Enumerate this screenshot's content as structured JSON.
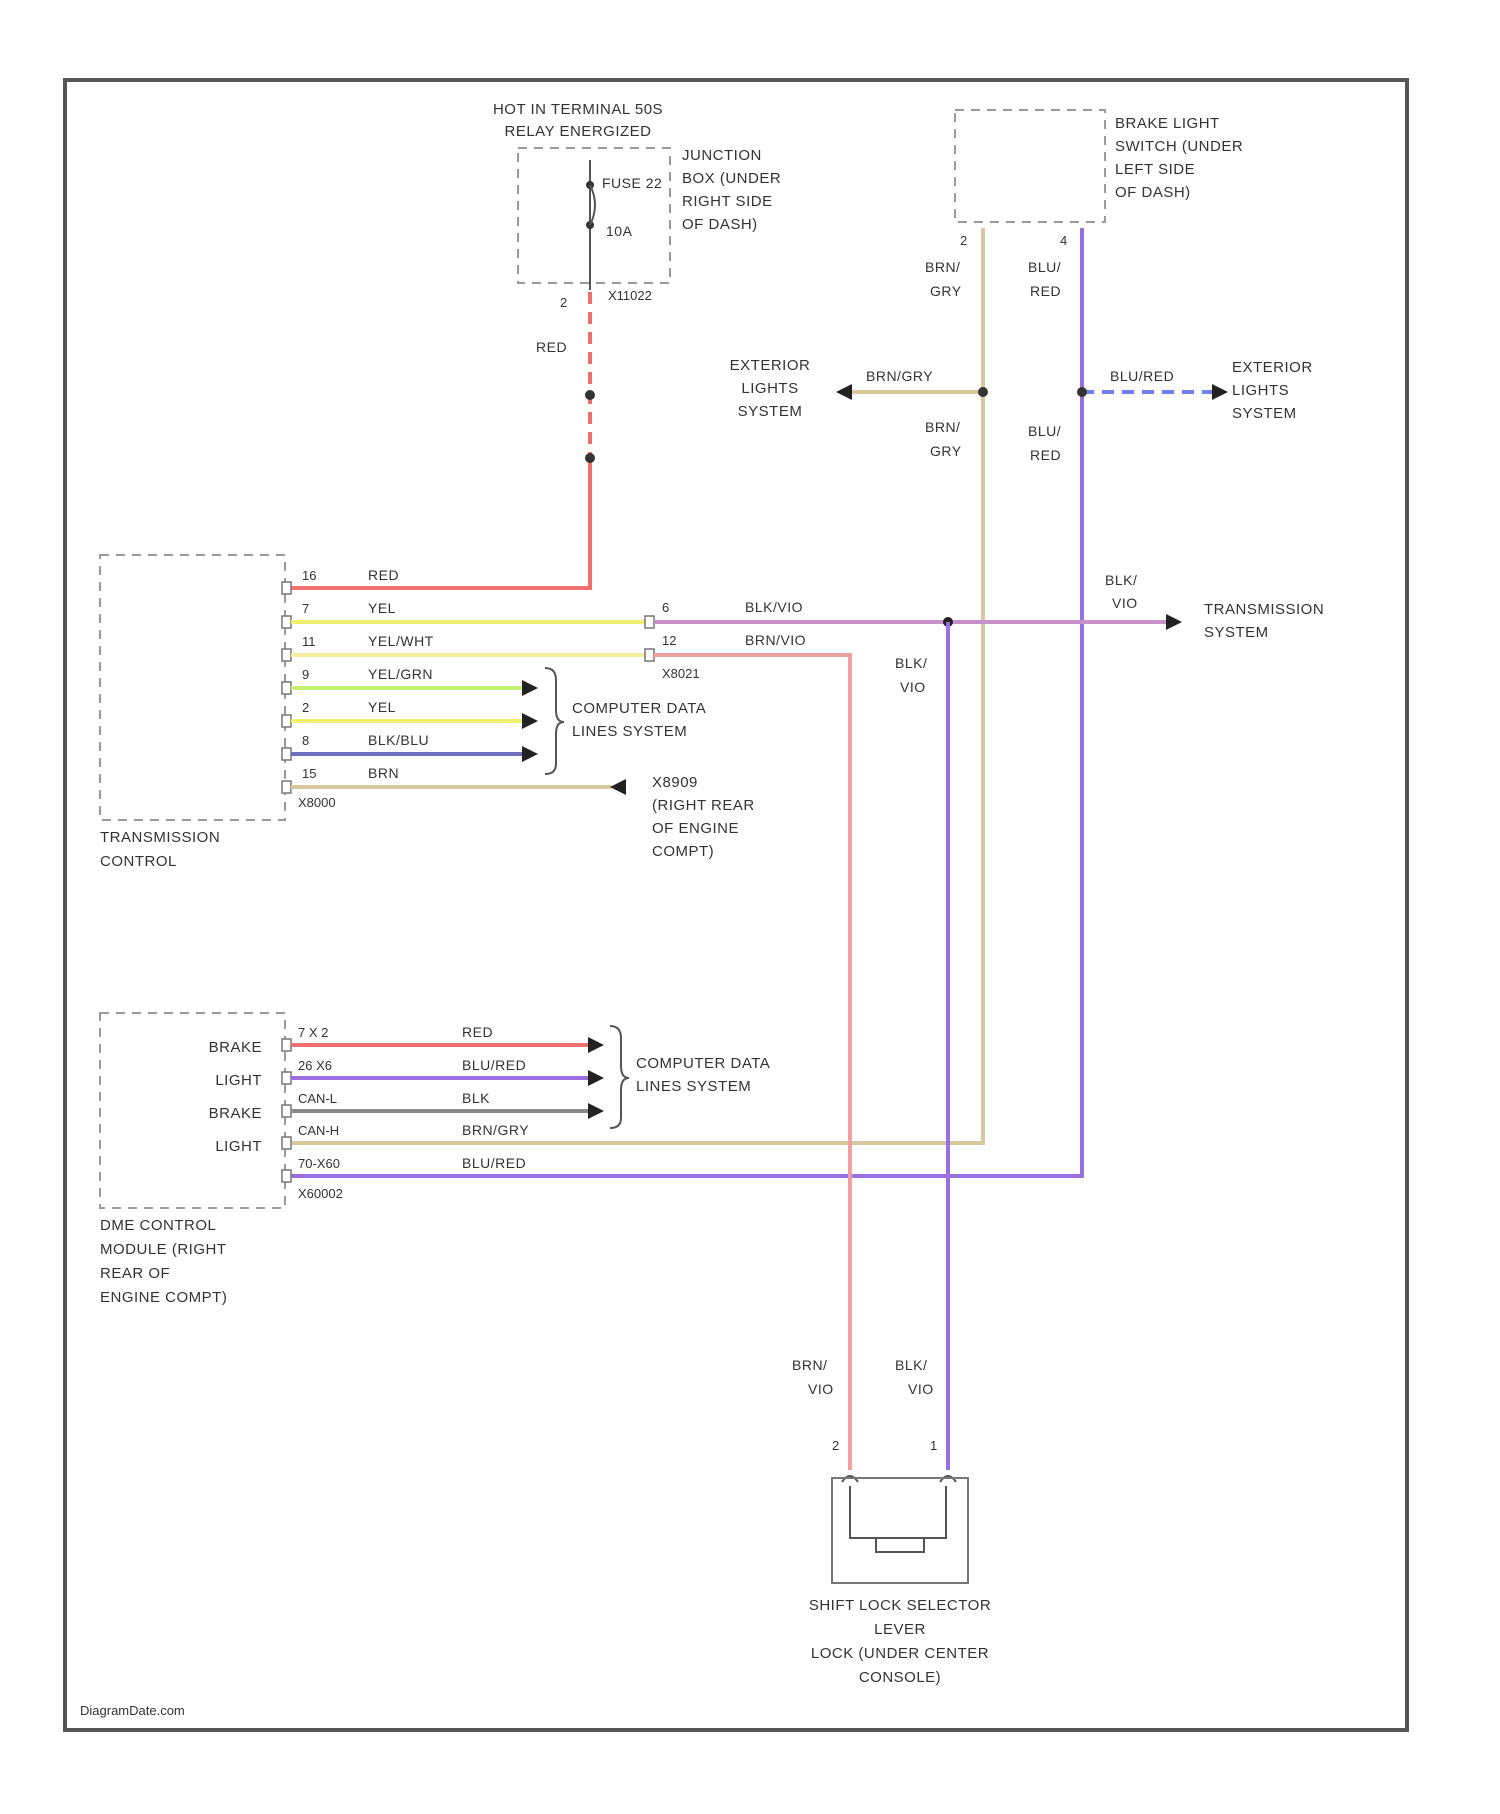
{
  "colors": {
    "red": "#f07070",
    "yellow": "#f0f070",
    "yellow_green": "#c8f070",
    "violet": "#9a70e0",
    "blue": "#7080f0",
    "brown": "#d8c8a0",
    "pink_violet": "#c890c8",
    "gray": "#8a8a8a",
    "frame": "#555555"
  },
  "top_fuse": {
    "title_line1": "HOT IN TERMINAL 50S",
    "title_line2": "RELAY ENERGIZED",
    "junction_label": [
      "JUNCTION",
      "BOX (UNDER",
      "RIGHT SIDE",
      "OF DASH)"
    ],
    "fuse_name": "FUSE 22",
    "fuse_amp": "10A",
    "pin": "2",
    "connector": "X11022",
    "wire_color": "RED"
  },
  "brake_switch": {
    "label": [
      "BRAKE LIGHT",
      "SWITCH (UNDER",
      "LEFT SIDE",
      "OF DASH)"
    ],
    "pin_left": "2",
    "pin_right": "4",
    "wire_left": [
      "BRN/",
      "GRY"
    ],
    "wire_right": [
      "BLU/",
      "RED"
    ],
    "wire_left_lower": [
      "BRN/",
      "GRY"
    ],
    "wire_right_lower": [
      "BLU/",
      "RED"
    ]
  },
  "exterior_left": {
    "label": [
      "EXTERIOR",
      "LIGHTS",
      "SYSTEM"
    ],
    "wire": "BRN/GRY"
  },
  "exterior_right": {
    "label": [
      "EXTERIOR",
      "LIGHTS",
      "SYSTEM"
    ],
    "wire": "BLU/RED"
  },
  "tcm": {
    "label": [
      "TRANSMISSION",
      "CONTROL"
    ],
    "connector": "X8000",
    "pins": [
      {
        "pin": "16",
        "wire": "RED"
      },
      {
        "pin": "7",
        "wire": "YEL"
      },
      {
        "pin": "11",
        "wire": "YEL/WHT"
      },
      {
        "pin": "9",
        "wire": "YEL/GRN"
      },
      {
        "pin": "2",
        "wire": "YEL"
      },
      {
        "pin": "8",
        "wire": "BLK/BLU"
      },
      {
        "pin": "15",
        "wire": "BRN"
      }
    ],
    "computer_data_label": [
      "COMPUTER DATA",
      "LINES SYSTEM"
    ],
    "ground_label": [
      "X8909",
      "(RIGHT REAR",
      "OF ENGINE",
      "COMPT)"
    ]
  },
  "mid_connector": {
    "pins": [
      {
        "pin": "6",
        "wire": "BLK/VIO"
      },
      {
        "pin": "12",
        "wire": "BRN/VIO"
      }
    ],
    "connector": "X8021",
    "branch_wire": [
      "BLK/",
      "VIO"
    ],
    "trans_wire": [
      "BLK/",
      "VIO"
    ],
    "trans_label": [
      "TRANSMISSION",
      "SYSTEM"
    ]
  },
  "dme": {
    "label_inside": [
      "BRAKE",
      "LIGHT",
      "BRAKE",
      "LIGHT"
    ],
    "label": [
      "DME CONTROL",
      "MODULE (RIGHT",
      "REAR OF",
      "ENGINE COMPT)"
    ],
    "connector": "X60002",
    "pins": [
      {
        "pin": "7 X 2",
        "wire": "RED"
      },
      {
        "pin": "26 X6",
        "wire": "BLU/RED"
      },
      {
        "pin": "CAN-L",
        "wire": "BLK"
      },
      {
        "pin": "CAN-H",
        "wire": "BRN/GRY"
      },
      {
        "pin": "70-X60",
        "wire": "BLU/RED"
      }
    ],
    "computer_data_label": [
      "COMPUTER DATA",
      "LINES SYSTEM"
    ]
  },
  "shift_lock": {
    "wire_left": [
      "BRN/",
      "VIO"
    ],
    "wire_right": [
      "BLK/",
      "VIO"
    ],
    "pin_left": "2",
    "pin_right": "1",
    "label": [
      "SHIFT LOCK SELECTOR",
      "LEVER",
      "LOCK (UNDER CENTER",
      "CONSOLE)"
    ]
  },
  "watermark": "DiagramDate.com"
}
